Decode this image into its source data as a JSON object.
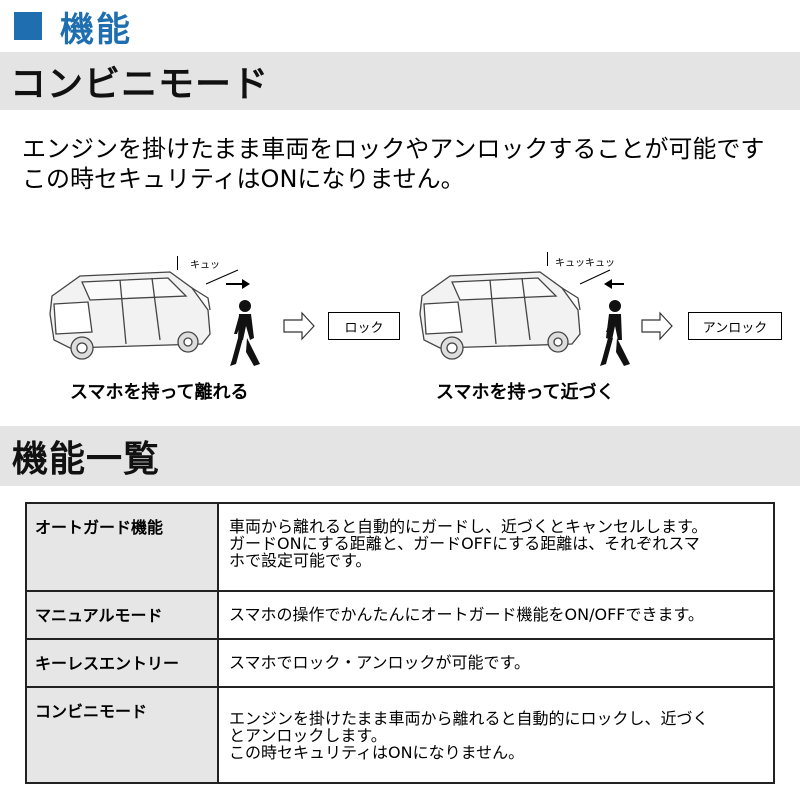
{
  "header": {
    "title": "機能"
  },
  "section1": {
    "title": "コンビニモード",
    "intro_line1": "エンジンを掛けたまま車両をロックやアンロックすることが可能です",
    "intro_line2": "この時セキュリティはONになりません。"
  },
  "illustration": {
    "left": {
      "sound": "キュッ",
      "action_label": "ロック",
      "caption": "スマホを持って離れる"
    },
    "right": {
      "sound": "キュッキュッ",
      "action_label": "アンロック",
      "caption": "スマホを持って近づく"
    }
  },
  "section2": {
    "title": "機能一覧",
    "rows": [
      {
        "name": "オートガード機能",
        "lines": [
          "車両から離れると自動的にガードし、近づくとキャンセルします。",
          "ガードONにする距離と、ガードOFFにする距離は、それぞれスマ",
          "ホで設定可能です。"
        ]
      },
      {
        "name": "マニュアルモード",
        "lines": [
          "スマホの操作でかんたんにオートガード機能をON/OFFできます。"
        ]
      },
      {
        "name": "キーレスエントリー",
        "lines": [
          "スマホでロック・アンロックが可能です。"
        ]
      },
      {
        "name": "コンビニモード",
        "lines": [
          "エンジンを掛けたまま車両から離れると自動的にロックし、近づく",
          "とアンロックします。",
          "この時セキュリティはONになりません。"
        ]
      }
    ]
  },
  "colors": {
    "accent": "#1f6fb0",
    "band": "#e4e4e4",
    "key_cell": "#e6e6e6"
  }
}
